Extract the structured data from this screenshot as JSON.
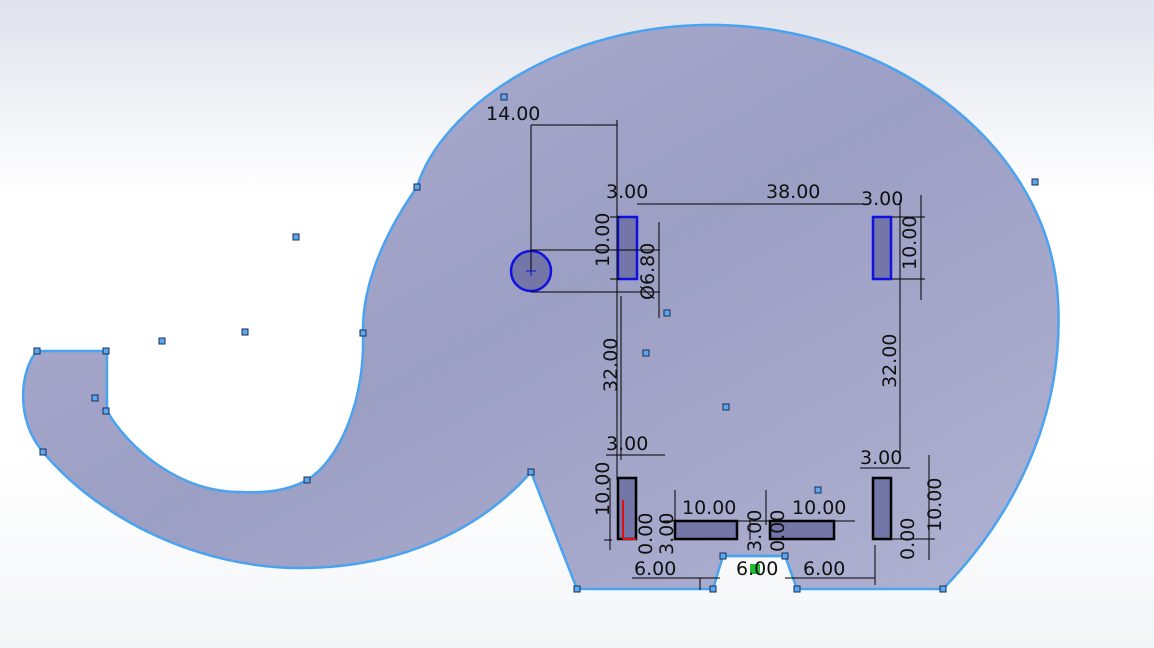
{
  "colors": {
    "face": "#a3a6c8",
    "outline": "#4aa3f0",
    "selected": "#1010e0"
  },
  "dimensions": {
    "circle_offset": "14.00",
    "top_left_slot_width": "3.00",
    "slot_spacing": "38.00",
    "top_right_slot_width": "3.00",
    "top_left_slot_height": "10.00",
    "circle_diameter": "Ø6.80",
    "top_right_slot_height": "10.00",
    "left_vertical": "32.00",
    "right_vertical": "32.00",
    "bottom_left_slot_width": "3.00",
    "bottom_right_slot_width": "3.00",
    "bottom_left_slot_height": "10.00",
    "bottom_right_slot_height": "10.00",
    "mid_left_slot_length": "10.00",
    "mid_right_slot_length": "10.00",
    "mid_left_height": "3.00",
    "mid_center_height": "3.00",
    "bottom_left_gap": "6.00",
    "notch_width": "6.00",
    "bottom_right_gap": "6.00",
    "left_offset": "0.00",
    "center_offset": "0.00",
    "right_offset": "0.00"
  }
}
